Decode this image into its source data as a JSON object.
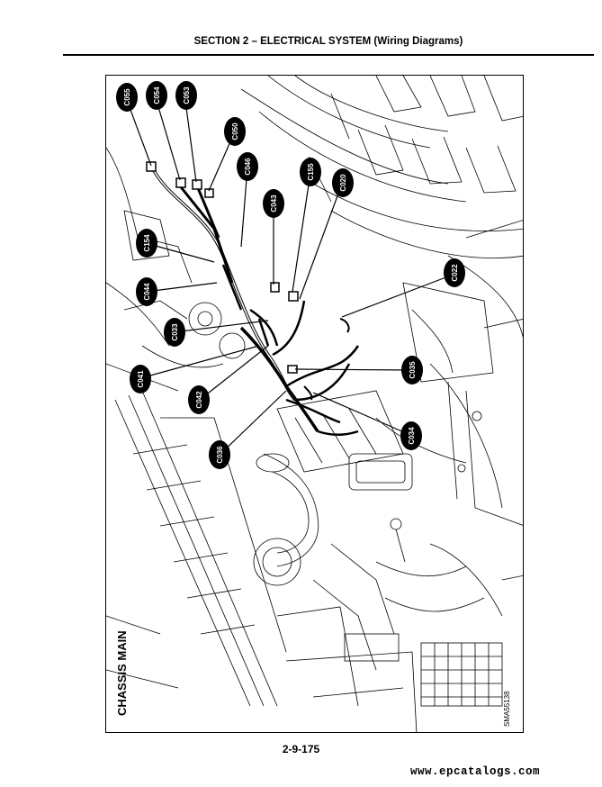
{
  "header": {
    "section_title": "SECTION 2 – ELECTRICAL SYSTEM (Wiring Diagrams)"
  },
  "diagram": {
    "side_title": "CHASSIS MAIN",
    "figure_code": "SMA55138",
    "connectors": [
      "C055",
      "C054",
      "C053",
      "C050",
      "C046",
      "C155",
      "C020",
      "C043",
      "C022",
      "C154",
      "C044",
      "C033",
      "C035",
      "C041",
      "C042",
      "C034",
      "C036"
    ]
  },
  "footer": {
    "page_number": "2-9-175"
  },
  "watermark": {
    "text": "www.epcatalogs.com"
  }
}
